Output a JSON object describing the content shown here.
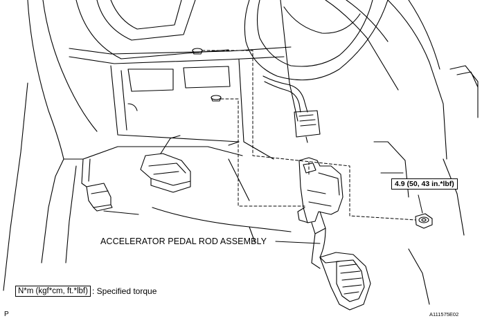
{
  "callout": {
    "part_label": "ACCELERATOR PEDAL ROD ASSEMBLY",
    "torque_value": "4.9 (50, 43 in.*lbf)"
  },
  "legend": {
    "unit_box": "N*m (kgf*cm, ft.*lbf)",
    "description": ": Specified torque"
  },
  "footer": {
    "corner_code": "P",
    "figure_id": "A111575E02"
  }
}
